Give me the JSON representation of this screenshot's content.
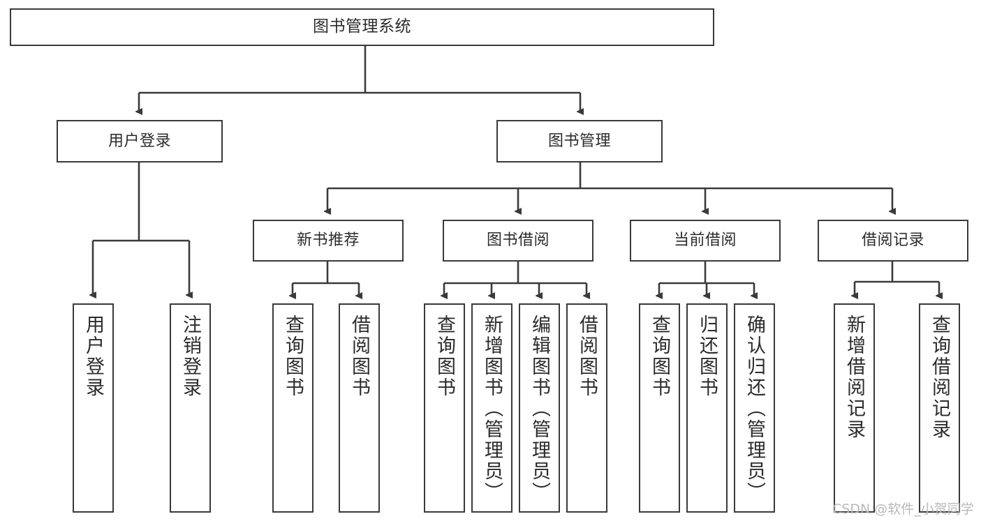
{
  "diagram": {
    "type": "tree",
    "title": "图书管理系统",
    "stroke_color": "#3a3a3a",
    "text_color": "#2b2b2b",
    "background": "#ffffff",
    "watermark": "CSDN @软件_小贺同学"
  },
  "nodes": {
    "root": {
      "label": "图书管理系统"
    },
    "level2": [
      {
        "label": "用户登录"
      },
      {
        "label": "图书管理"
      }
    ],
    "level3": [
      {
        "label": "新书推荐"
      },
      {
        "label": "图书借阅"
      },
      {
        "label": "当前借阅"
      },
      {
        "label": "借阅记录"
      }
    ],
    "leaves": {
      "user_login": [
        {
          "label": "用户登录"
        },
        {
          "label": "注销登录"
        }
      ],
      "new_book_recommend": [
        {
          "label": "查询图书"
        },
        {
          "label": "借阅图书"
        }
      ],
      "book_borrow": [
        {
          "label": "查询图书"
        },
        {
          "label": "新增图书（管理员）"
        },
        {
          "label": "编辑图书（管理员）"
        },
        {
          "label": "借阅图书"
        }
      ],
      "current_borrow": [
        {
          "label": "查询图书"
        },
        {
          "label": "归还图书"
        },
        {
          "label": "确认归还（管理员）"
        }
      ],
      "borrow_record": [
        {
          "label": "新增借阅记录"
        },
        {
          "label": "查询借阅记录"
        }
      ]
    }
  }
}
